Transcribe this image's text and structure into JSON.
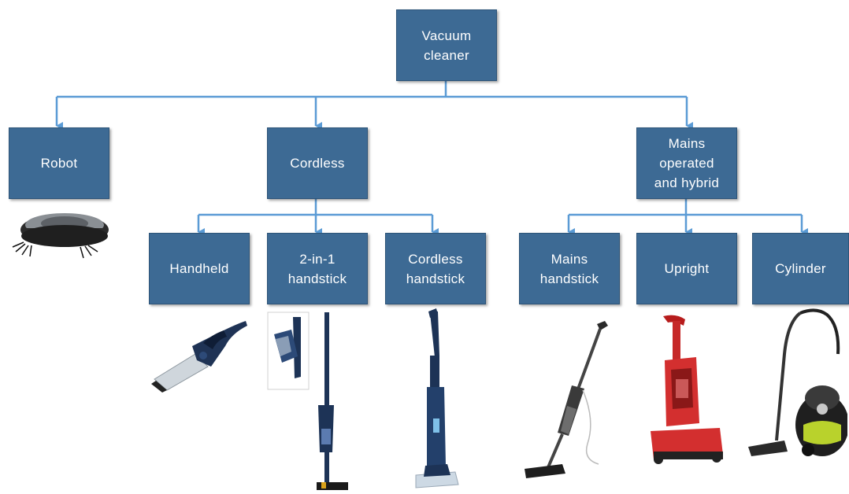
{
  "colors": {
    "node_fill": "#3d6a94",
    "node_border": "#2d5478",
    "connector": "#5b9bd5",
    "node_text": "#ffffff"
  },
  "nodes": {
    "root": "Vacuum\ncleaner",
    "robot": "Robot",
    "cordless": "Cordless",
    "mains_hybrid": "Mains\noperated\nand hybrid",
    "handheld": "Handheld",
    "two_in_one": "2-in-1\nhandstick",
    "cordless_handstick": "Cordless\nhandstick",
    "mains_handstick": "Mains\nhandstick",
    "upright": "Upright",
    "cylinder": "Cylinder"
  },
  "illustrations": [
    "robot-vacuum-image",
    "handheld-vacuum-image",
    "two-in-one-handstick-image",
    "cordless-handstick-image",
    "mains-handstick-image",
    "upright-vacuum-image",
    "cylinder-vacuum-image"
  ]
}
